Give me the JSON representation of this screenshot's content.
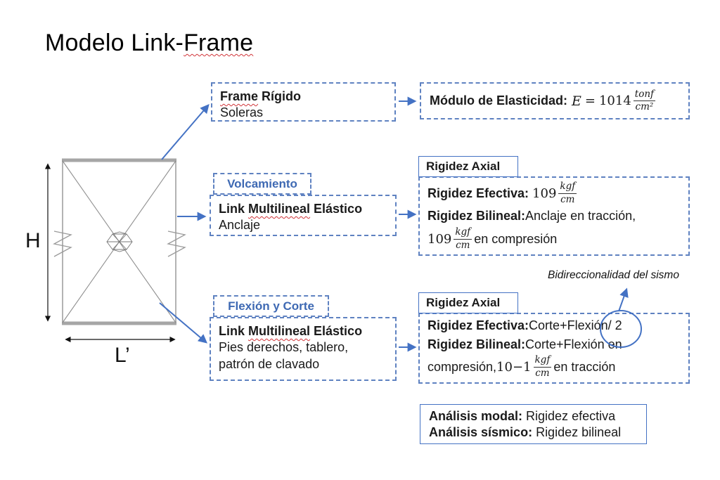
{
  "title": {
    "part1": "Modelo Link-",
    "part2": "Frame"
  },
  "colors": {
    "accent_blue": "#4472C4",
    "dashed_border": "#5F82C1",
    "tag_blue": "#3E69B3",
    "frame_gray": "#A6A6A6",
    "squiggle_red": "#D13438"
  },
  "diagram": {
    "height_label": "H",
    "width_label": "L’"
  },
  "frame_rigido": {
    "word_underlined": "Frame",
    "word_rest": " Rígido",
    "subtitle": "Soleras"
  },
  "modulo": {
    "label": "Módulo de Elasticidad:",
    "var": "E",
    "eq": "=",
    "base": "10",
    "exp": "14",
    "num": "tonf",
    "den": "cm²"
  },
  "volcamiento": {
    "tag": "Volcamiento",
    "link_pre": "Link ",
    "link_underlined": "Multilineal",
    "link_post": " Elástico",
    "subtitle": "Anclaje"
  },
  "rigidez1": {
    "header": "Rigidez Axial",
    "efectiva_label": "Rigidez Efectiva:",
    "efectiva_base": "10",
    "efectiva_exp": "9",
    "efectiva_num": "kgf",
    "efectiva_den": "cm",
    "bilineal_label": "Rigidez Bilineal:",
    "bilineal_text": " Anclaje en tracción,",
    "comp_base": "10",
    "comp_exp": "9",
    "comp_num": "kgf",
    "comp_den": "cm",
    "comp_text": " en compresión"
  },
  "bidireccionalidad": "Bidireccionalidad del sismo",
  "flexion": {
    "tag": "Flexión y Corte",
    "link_pre": "Link ",
    "link_underlined": "Multilineal",
    "link_post": " Elástico",
    "line2": "Pies derechos, tablero,",
    "line3": "patrón de clavado"
  },
  "rigidez2": {
    "header": "Rigidez Axial",
    "efectiva_label": "Rigidez Efectiva:",
    "efectiva_text": " Corte+Flexión ",
    "circled": "/ 2",
    "bilineal_label": "Rigidez Bilineal:",
    "bilineal_text": " Corte+Flexión en",
    "line3_pre": "compresión, ",
    "line3_base": "10",
    "line3_exp": "−1",
    "line3_num": "kgf",
    "line3_den": "cm",
    "line3_post": " en tracción"
  },
  "analisis": {
    "modal_label": "Análisis modal:",
    "modal_text": " Rigidez efectiva",
    "sismico_label": "Análisis sísmico:",
    "sismico_text": " Rigidez bilineal"
  }
}
